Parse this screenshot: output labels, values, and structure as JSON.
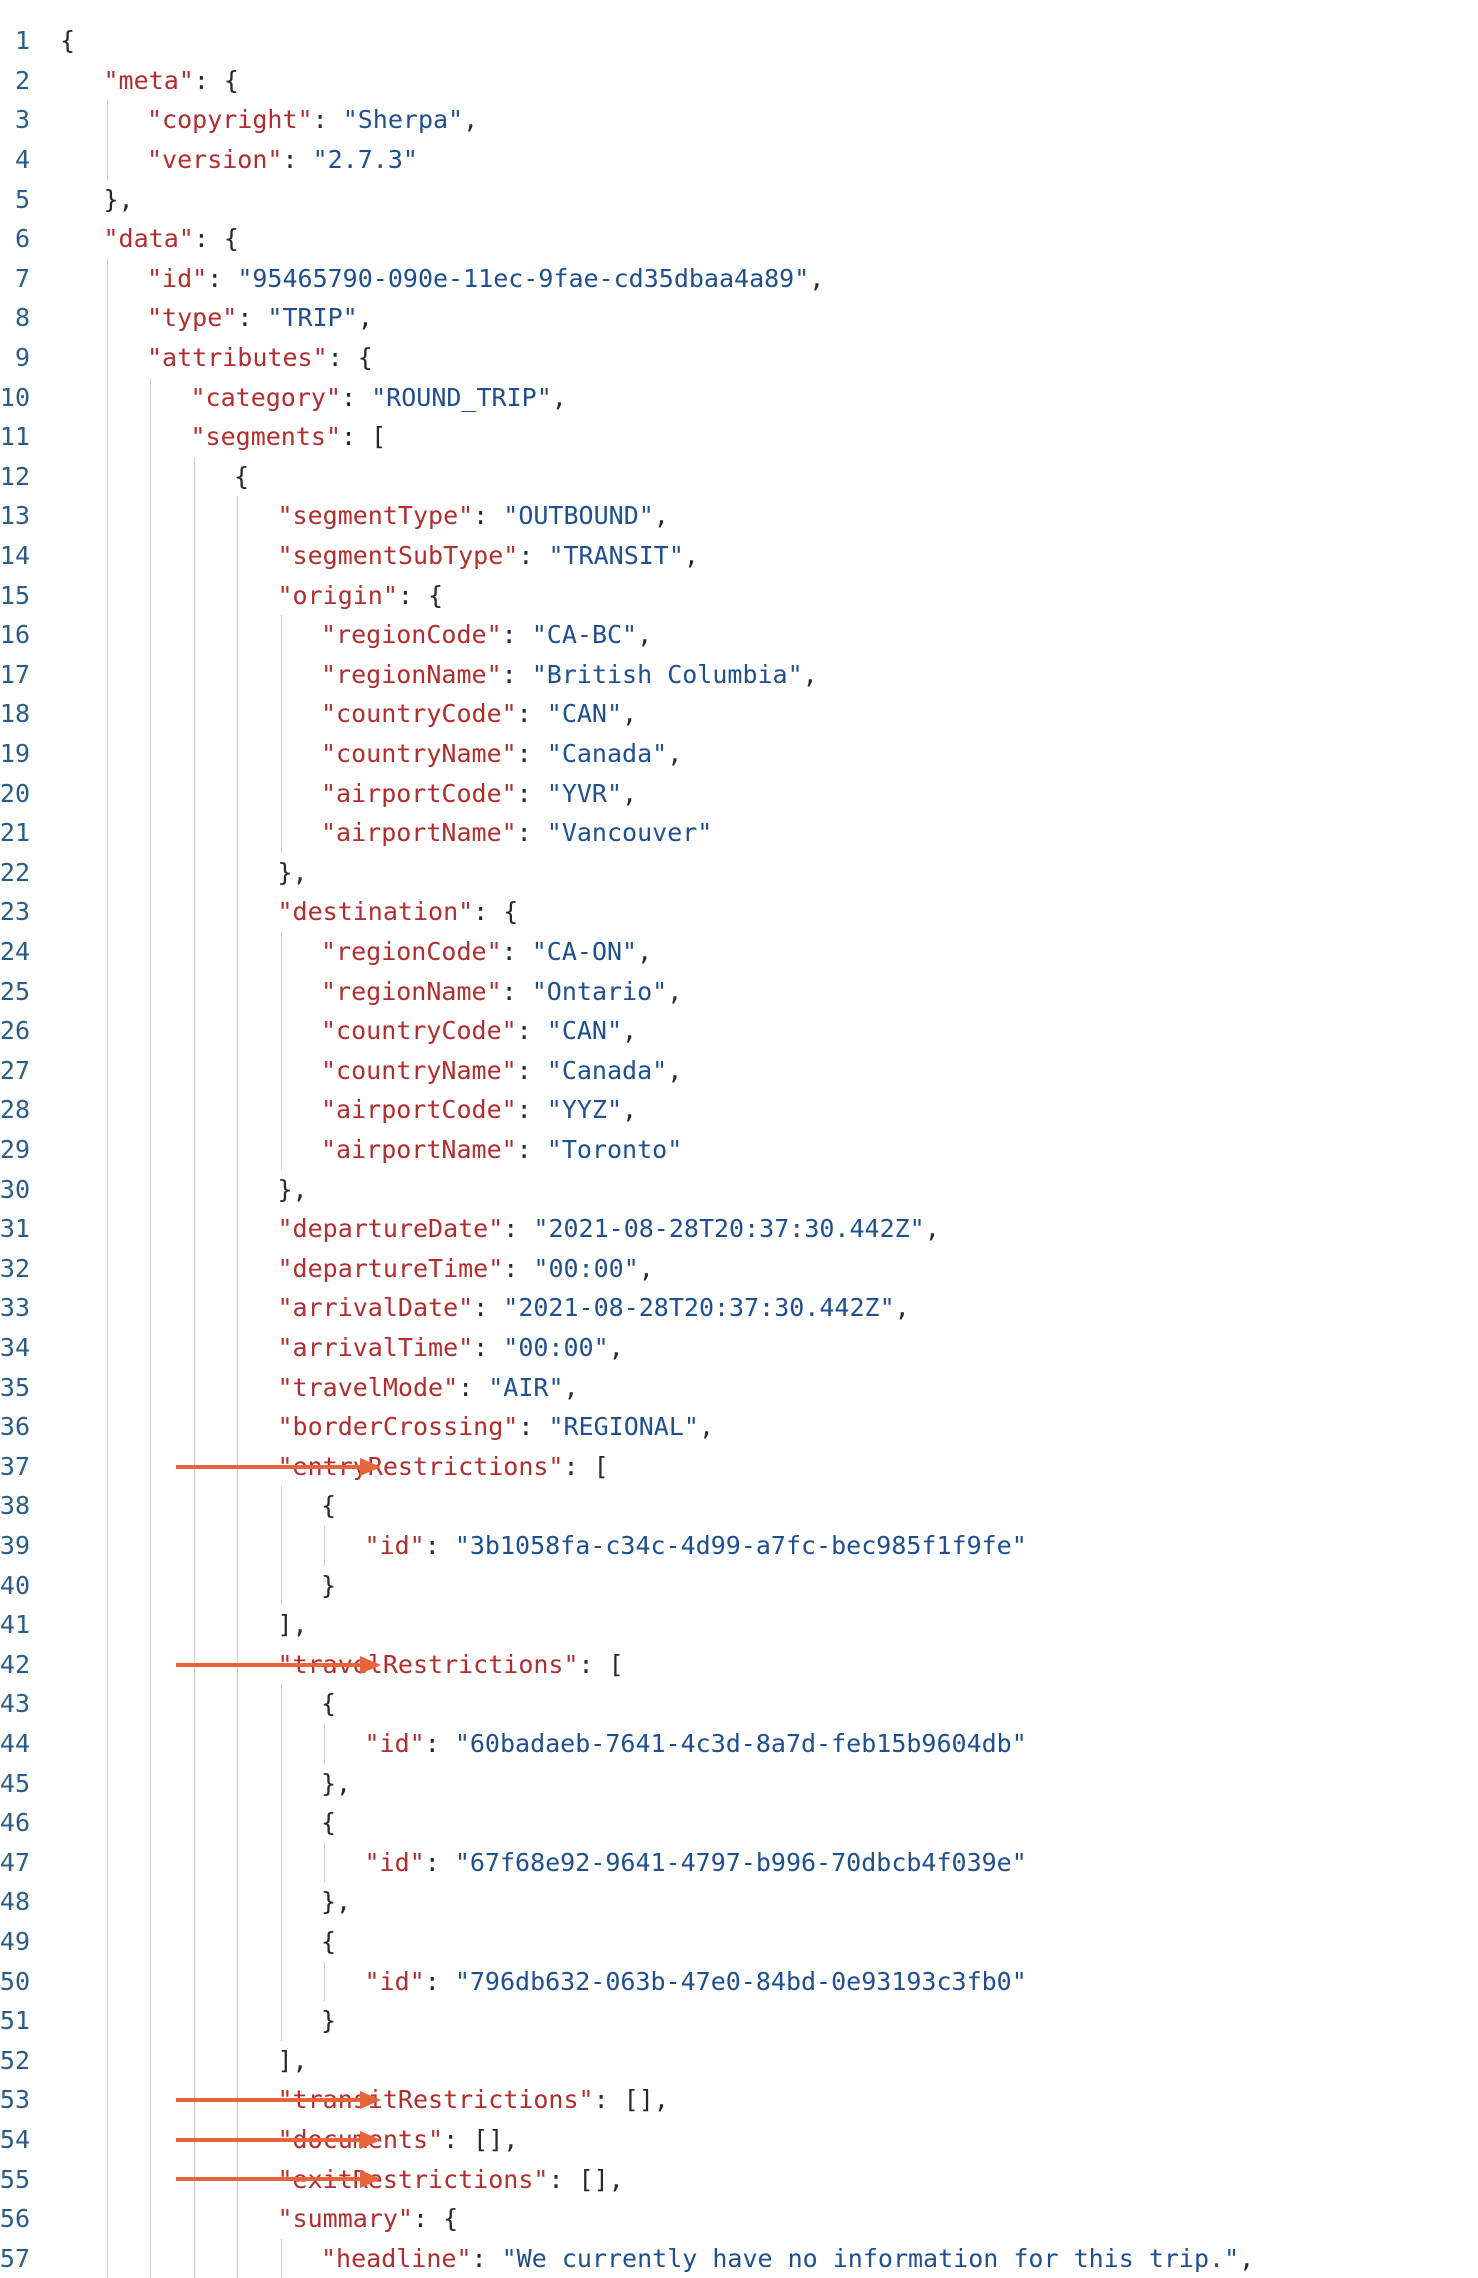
{
  "theme": {
    "key_color": "#b22d2d",
    "string_color": "#1f4f8f",
    "punct_color": "#24292e",
    "gutter_color": "#2a5c87",
    "arrow_color": "#e8623a"
  },
  "lines": [
    {
      "n": "1",
      "ind": 0,
      "t": [
        [
          "p",
          "{"
        ]
      ]
    },
    {
      "n": "2",
      "ind": 1,
      "t": [
        [
          "k",
          "\"meta\""
        ],
        [
          "p",
          ": {"
        ]
      ]
    },
    {
      "n": "3",
      "ind": 2,
      "t": [
        [
          "k",
          "\"copyright\""
        ],
        [
          "p",
          ": "
        ],
        [
          "s",
          "\"Sherpa\""
        ],
        [
          "p",
          ","
        ]
      ]
    },
    {
      "n": "4",
      "ind": 2,
      "t": [
        [
          "k",
          "\"version\""
        ],
        [
          "p",
          ": "
        ],
        [
          "s",
          "\"2.7.3\""
        ]
      ]
    },
    {
      "n": "5",
      "ind": 1,
      "t": [
        [
          "p",
          "},"
        ]
      ]
    },
    {
      "n": "6",
      "ind": 1,
      "t": [
        [
          "k",
          "\"data\""
        ],
        [
          "p",
          ": {"
        ]
      ]
    },
    {
      "n": "7",
      "ind": 2,
      "t": [
        [
          "k",
          "\"id\""
        ],
        [
          "p",
          ": "
        ],
        [
          "s",
          "\"95465790-090e-11ec-9fae-cd35dbaa4a89\""
        ],
        [
          "p",
          ","
        ]
      ]
    },
    {
      "n": "8",
      "ind": 2,
      "t": [
        [
          "k",
          "\"type\""
        ],
        [
          "p",
          ": "
        ],
        [
          "s",
          "\"TRIP\""
        ],
        [
          "p",
          ","
        ]
      ]
    },
    {
      "n": "9",
      "ind": 2,
      "t": [
        [
          "k",
          "\"attributes\""
        ],
        [
          "p",
          ": {"
        ]
      ]
    },
    {
      "n": "10",
      "ind": 3,
      "t": [
        [
          "k",
          "\"category\""
        ],
        [
          "p",
          ": "
        ],
        [
          "s",
          "\"ROUND_TRIP\""
        ],
        [
          "p",
          ","
        ]
      ]
    },
    {
      "n": "11",
      "ind": 3,
      "t": [
        [
          "k",
          "\"segments\""
        ],
        [
          "p",
          ": ["
        ]
      ]
    },
    {
      "n": "12",
      "ind": 4,
      "t": [
        [
          "p",
          "{"
        ]
      ]
    },
    {
      "n": "13",
      "ind": 5,
      "t": [
        [
          "k",
          "\"segmentType\""
        ],
        [
          "p",
          ": "
        ],
        [
          "s",
          "\"OUTBOUND\""
        ],
        [
          "p",
          ","
        ]
      ]
    },
    {
      "n": "14",
      "ind": 5,
      "t": [
        [
          "k",
          "\"segmentSubType\""
        ],
        [
          "p",
          ": "
        ],
        [
          "s",
          "\"TRANSIT\""
        ],
        [
          "p",
          ","
        ]
      ]
    },
    {
      "n": "15",
      "ind": 5,
      "t": [
        [
          "k",
          "\"origin\""
        ],
        [
          "p",
          ": {"
        ]
      ]
    },
    {
      "n": "16",
      "ind": 6,
      "t": [
        [
          "k",
          "\"regionCode\""
        ],
        [
          "p",
          ": "
        ],
        [
          "s",
          "\"CA-BC\""
        ],
        [
          "p",
          ","
        ]
      ]
    },
    {
      "n": "17",
      "ind": 6,
      "t": [
        [
          "k",
          "\"regionName\""
        ],
        [
          "p",
          ": "
        ],
        [
          "s",
          "\"British Columbia\""
        ],
        [
          "p",
          ","
        ]
      ]
    },
    {
      "n": "18",
      "ind": 6,
      "t": [
        [
          "k",
          "\"countryCode\""
        ],
        [
          "p",
          ": "
        ],
        [
          "s",
          "\"CAN\""
        ],
        [
          "p",
          ","
        ]
      ]
    },
    {
      "n": "19",
      "ind": 6,
      "t": [
        [
          "k",
          "\"countryName\""
        ],
        [
          "p",
          ": "
        ],
        [
          "s",
          "\"Canada\""
        ],
        [
          "p",
          ","
        ]
      ]
    },
    {
      "n": "20",
      "ind": 6,
      "t": [
        [
          "k",
          "\"airportCode\""
        ],
        [
          "p",
          ": "
        ],
        [
          "s",
          "\"YVR\""
        ],
        [
          "p",
          ","
        ]
      ]
    },
    {
      "n": "21",
      "ind": 6,
      "t": [
        [
          "k",
          "\"airportName\""
        ],
        [
          "p",
          ": "
        ],
        [
          "s",
          "\"Vancouver\""
        ]
      ]
    },
    {
      "n": "22",
      "ind": 5,
      "t": [
        [
          "p",
          "},"
        ]
      ]
    },
    {
      "n": "23",
      "ind": 5,
      "t": [
        [
          "k",
          "\"destination\""
        ],
        [
          "p",
          ": {"
        ]
      ]
    },
    {
      "n": "24",
      "ind": 6,
      "t": [
        [
          "k",
          "\"regionCode\""
        ],
        [
          "p",
          ": "
        ],
        [
          "s",
          "\"CA-ON\""
        ],
        [
          "p",
          ","
        ]
      ]
    },
    {
      "n": "25",
      "ind": 6,
      "t": [
        [
          "k",
          "\"regionName\""
        ],
        [
          "p",
          ": "
        ],
        [
          "s",
          "\"Ontario\""
        ],
        [
          "p",
          ","
        ]
      ]
    },
    {
      "n": "26",
      "ind": 6,
      "t": [
        [
          "k",
          "\"countryCode\""
        ],
        [
          "p",
          ": "
        ],
        [
          "s",
          "\"CAN\""
        ],
        [
          "p",
          ","
        ]
      ]
    },
    {
      "n": "27",
      "ind": 6,
      "t": [
        [
          "k",
          "\"countryName\""
        ],
        [
          "p",
          ": "
        ],
        [
          "s",
          "\"Canada\""
        ],
        [
          "p",
          ","
        ]
      ]
    },
    {
      "n": "28",
      "ind": 6,
      "t": [
        [
          "k",
          "\"airportCode\""
        ],
        [
          "p",
          ": "
        ],
        [
          "s",
          "\"YYZ\""
        ],
        [
          "p",
          ","
        ]
      ]
    },
    {
      "n": "29",
      "ind": 6,
      "t": [
        [
          "k",
          "\"airportName\""
        ],
        [
          "p",
          ": "
        ],
        [
          "s",
          "\"Toronto\""
        ]
      ]
    },
    {
      "n": "30",
      "ind": 5,
      "t": [
        [
          "p",
          "},"
        ]
      ]
    },
    {
      "n": "31",
      "ind": 5,
      "t": [
        [
          "k",
          "\"departureDate\""
        ],
        [
          "p",
          ": "
        ],
        [
          "s",
          "\"2021-08-28T20:37:30.442Z\""
        ],
        [
          "p",
          ","
        ]
      ]
    },
    {
      "n": "32",
      "ind": 5,
      "t": [
        [
          "k",
          "\"departureTime\""
        ],
        [
          "p",
          ": "
        ],
        [
          "s",
          "\"00:00\""
        ],
        [
          "p",
          ","
        ]
      ]
    },
    {
      "n": "33",
      "ind": 5,
      "t": [
        [
          "k",
          "\"arrivalDate\""
        ],
        [
          "p",
          ": "
        ],
        [
          "s",
          "\"2021-08-28T20:37:30.442Z\""
        ],
        [
          "p",
          ","
        ]
      ]
    },
    {
      "n": "34",
      "ind": 5,
      "t": [
        [
          "k",
          "\"arrivalTime\""
        ],
        [
          "p",
          ": "
        ],
        [
          "s",
          "\"00:00\""
        ],
        [
          "p",
          ","
        ]
      ]
    },
    {
      "n": "35",
      "ind": 5,
      "t": [
        [
          "k",
          "\"travelMode\""
        ],
        [
          "p",
          ": "
        ],
        [
          "s",
          "\"AIR\""
        ],
        [
          "p",
          ","
        ]
      ]
    },
    {
      "n": "36",
      "ind": 5,
      "t": [
        [
          "k",
          "\"borderCrossing\""
        ],
        [
          "p",
          ": "
        ],
        [
          "s",
          "\"REGIONAL\""
        ],
        [
          "p",
          ","
        ]
      ]
    },
    {
      "n": "37",
      "ind": 5,
      "arrow": true,
      "t": [
        [
          "k",
          "\"entryRestrictions\""
        ],
        [
          "p",
          ": ["
        ]
      ]
    },
    {
      "n": "38",
      "ind": 6,
      "t": [
        [
          "p",
          "{"
        ]
      ]
    },
    {
      "n": "39",
      "ind": 7,
      "t": [
        [
          "k",
          "\"id\""
        ],
        [
          "p",
          ": "
        ],
        [
          "s",
          "\"3b1058fa-c34c-4d99-a7fc-bec985f1f9fe\""
        ]
      ]
    },
    {
      "n": "40",
      "ind": 6,
      "t": [
        [
          "p",
          "}"
        ]
      ]
    },
    {
      "n": "41",
      "ind": 5,
      "t": [
        [
          "p",
          "],"
        ]
      ]
    },
    {
      "n": "42",
      "ind": 5,
      "arrow": true,
      "t": [
        [
          "k",
          "\"travelRestrictions\""
        ],
        [
          "p",
          ": ["
        ]
      ]
    },
    {
      "n": "43",
      "ind": 6,
      "t": [
        [
          "p",
          "{"
        ]
      ]
    },
    {
      "n": "44",
      "ind": 7,
      "t": [
        [
          "k",
          "\"id\""
        ],
        [
          "p",
          ": "
        ],
        [
          "s",
          "\"60badaeb-7641-4c3d-8a7d-feb15b9604db\""
        ]
      ]
    },
    {
      "n": "45",
      "ind": 6,
      "t": [
        [
          "p",
          "},"
        ]
      ]
    },
    {
      "n": "46",
      "ind": 6,
      "t": [
        [
          "p",
          "{"
        ]
      ]
    },
    {
      "n": "47",
      "ind": 7,
      "t": [
        [
          "k",
          "\"id\""
        ],
        [
          "p",
          ": "
        ],
        [
          "s",
          "\"67f68e92-9641-4797-b996-70dbcb4f039e\""
        ]
      ]
    },
    {
      "n": "48",
      "ind": 6,
      "t": [
        [
          "p",
          "},"
        ]
      ]
    },
    {
      "n": "49",
      "ind": 6,
      "t": [
        [
          "p",
          "{"
        ]
      ]
    },
    {
      "n": "50",
      "ind": 7,
      "t": [
        [
          "k",
          "\"id\""
        ],
        [
          "p",
          ": "
        ],
        [
          "s",
          "\"796db632-063b-47e0-84bd-0e93193c3fb0\""
        ]
      ]
    },
    {
      "n": "51",
      "ind": 6,
      "t": [
        [
          "p",
          "}"
        ]
      ]
    },
    {
      "n": "52",
      "ind": 5,
      "t": [
        [
          "p",
          "],"
        ]
      ]
    },
    {
      "n": "53",
      "ind": 5,
      "arrow": true,
      "t": [
        [
          "k",
          "\"transitRestrictions\""
        ],
        [
          "p",
          ": [],"
        ]
      ]
    },
    {
      "n": "54",
      "ind": 5,
      "arrow": true,
      "t": [
        [
          "k",
          "\"documents\""
        ],
        [
          "p",
          ": [],"
        ]
      ]
    },
    {
      "n": "55",
      "ind": 5,
      "arrow": true,
      "t": [
        [
          "k",
          "\"exitRestrictions\""
        ],
        [
          "p",
          ": [],"
        ]
      ]
    },
    {
      "n": "56",
      "ind": 5,
      "t": [
        [
          "k",
          "\"summary\""
        ],
        [
          "p",
          ": {"
        ]
      ]
    },
    {
      "n": "57",
      "ind": 6,
      "t": [
        [
          "k",
          "\"headline\""
        ],
        [
          "p",
          ": "
        ],
        [
          "s",
          "\"We currently have no information for this trip.\""
        ],
        [
          "p",
          ","
        ]
      ]
    }
  ]
}
